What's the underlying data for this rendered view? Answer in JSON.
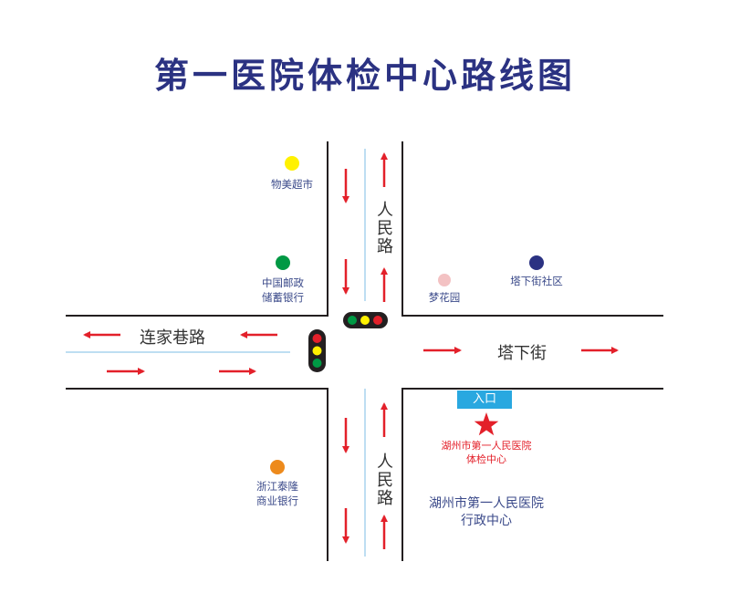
{
  "title": "第一医院体检中心路线图",
  "colors": {
    "title": "#2b3282",
    "road_edge": "#231f20",
    "lane_line": "#a8d4ee",
    "arrow": "#e3202a",
    "poi_text": "#3b4a8a",
    "hospital_text": "#e3202a",
    "entrance_bg": "#29a8e0"
  },
  "roads": {
    "west": "连家巷路",
    "east": "塔下街",
    "north": "人民路",
    "south": "人民路"
  },
  "pois": {
    "wumei": {
      "label": "物美超市",
      "dot_color": "#fff100"
    },
    "post": {
      "line1": "中国邮政",
      "line2": "储蓄银行",
      "dot_color": "#009944"
    },
    "menghua": {
      "label": "梦花园",
      "dot_color": "#f3c2c3"
    },
    "taxia": {
      "label": "塔下街社区",
      "dot_color": "#2b3282"
    },
    "bank": {
      "line1": "浙江泰隆",
      "line2": "商业银行",
      "dot_color": "#ed8a1c"
    }
  },
  "entrance": {
    "label": "入口"
  },
  "hospital": {
    "line1": "湖州市第一人民医院",
    "line2": "体检中心",
    "icon": "star-icon"
  },
  "admin": {
    "line1": "湖州市第一人民医院",
    "line2": "行政中心"
  },
  "traffic_light": {
    "red": "#e3202a",
    "yellow": "#fff100",
    "green": "#009944",
    "housing": "#231f20"
  }
}
